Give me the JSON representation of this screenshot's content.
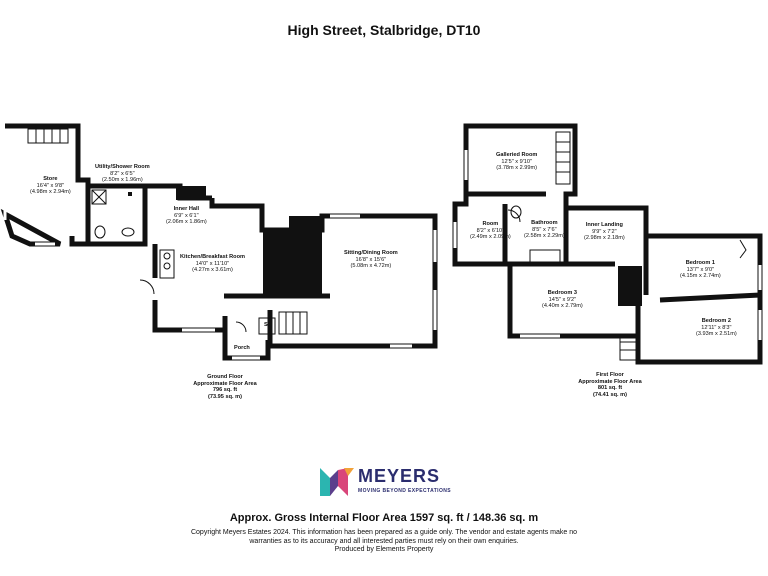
{
  "title": "High Street, Stalbridge, DT10",
  "ground_floor": {
    "rooms": [
      {
        "name": "Store",
        "imperial": "16'4\" x 9'8\"",
        "metric": "(4.98m x 2.94m)"
      },
      {
        "name": "Utility/Shower Room",
        "imperial": "8'2\" x 6'5\"",
        "metric": "(2.50m x 1.96m)"
      },
      {
        "name": "Inner Hall",
        "imperial": "6'9\" x 6'1\"",
        "metric": "(2.06m x 1.86m)"
      },
      {
        "name": "Kitchen/Breakfast Room",
        "imperial": "14'0\" x 11'10\"",
        "metric": "(4.27m x 3.61m)"
      },
      {
        "name": "Sitting/Dining Room",
        "imperial": "16'8\" x 15'6\"",
        "metric": "(5.08m x 4.72m)"
      },
      {
        "name": "Porch",
        "imperial": "",
        "metric": ""
      }
    ],
    "cupboard_label": "S",
    "area": {
      "line1": "Ground Floor",
      "line2": "Approximate Floor Area",
      "line3": "796 sq. ft",
      "line4": "(73.95 sq. m)"
    }
  },
  "first_floor": {
    "rooms": [
      {
        "name": "Galleried Room",
        "imperial": "12'5\" x 9'10\"",
        "metric": "(3.78m x 2.99m)"
      },
      {
        "name": "Room",
        "imperial": "8'2\" x 6'10\"",
        "metric": "(2.49m x 2.09m)"
      },
      {
        "name": "Bathroom",
        "imperial": "8'5\" x 7'6\"",
        "metric": "(2.58m x 2.29m)"
      },
      {
        "name": "Inner Landing",
        "imperial": "9'9\" x 7'2\"",
        "metric": "(2.98m x 2.18m)"
      },
      {
        "name": "Bedroom 1",
        "imperial": "13'7\" x 9'0\"",
        "metric": "(4.15m x 2.74m)"
      },
      {
        "name": "Bedroom 3",
        "imperial": "14'5\" x 9'2\"",
        "metric": "(4.40m x 2.79m)"
      },
      {
        "name": "Bedroom 2",
        "imperial": "12'11\" x 8'3\"",
        "metric": "(3.93m x 2.51m)"
      }
    ],
    "area": {
      "line1": "First Floor",
      "line2": "Approximate Floor Area",
      "line3": "801 sq. ft",
      "line4": "(74.41 sq. m)"
    }
  },
  "brand": {
    "name": "MEYERS",
    "tagline": "MOVING BEYOND EXPECTATIONS",
    "colors": {
      "teal": "#2bb5b0",
      "purple": "#5b3f8c",
      "pink": "#d9457a",
      "orange": "#f2a23a",
      "navy": "#2b2d6e"
    }
  },
  "gross_area": "Approx. Gross Internal Floor Area 1597 sq. ft / 148.36 sq. m",
  "copyright": "Copyright Meyers Estates 2024. This information has been prepared as a guide only. The vendor and estate agents make no warranties as to its accuracy and all interested parties must rely on their own enquiries.",
  "producer": "Produced by Elements Property"
}
